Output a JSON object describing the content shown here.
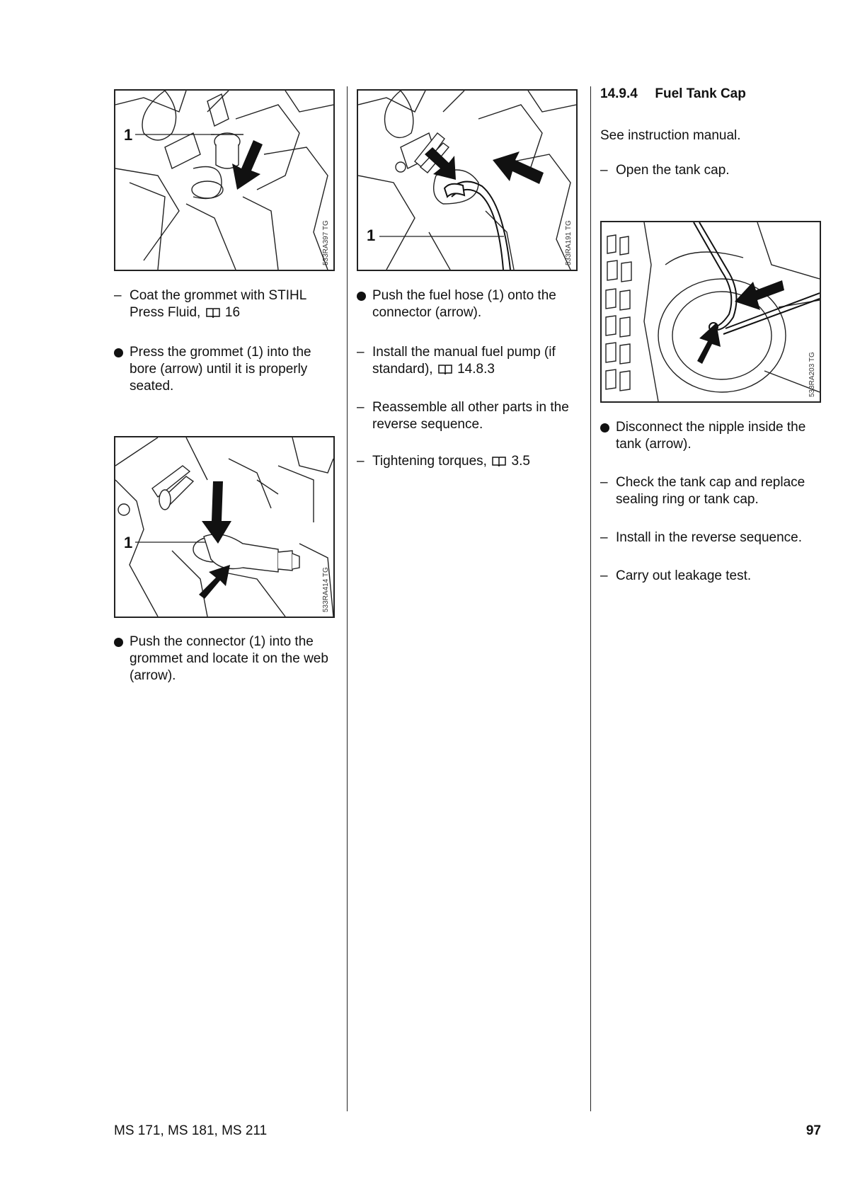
{
  "column1": {
    "figure_top": {
      "code": "533RA397 TG",
      "callout": "1"
    },
    "step1": {
      "marker": "–",
      "text": "Coat the grommet with STIHL Press Fluid,",
      "ref": "16"
    },
    "step2": {
      "marker": "bullet",
      "text": "Press the grommet (1) into the bore (arrow) until it is properly seated."
    },
    "figure_bottom": {
      "code": "533RA414 TG",
      "callout": "1"
    },
    "step3": {
      "marker": "bullet",
      "text": "Push the connector (1) into the grommet and locate it on the web (arrow)."
    }
  },
  "column2": {
    "figure": {
      "code": "533RA191 TG",
      "callout": "1"
    },
    "step1": {
      "marker": "bullet",
      "text": "Push the fuel hose (1) onto the connector (arrow)."
    },
    "step2": {
      "marker": "–",
      "text": "Install the manual fuel pump (if standard),",
      "ref": "14.8.3"
    },
    "step3": {
      "marker": "–",
      "text": "Reassemble all other parts in the reverse sequence."
    },
    "step4": {
      "marker": "–",
      "text": "Tightening torques,",
      "ref": "3.5"
    }
  },
  "column3": {
    "section_number": "14.9.4",
    "section_title": "Fuel Tank Cap",
    "intro": "See instruction manual.",
    "step1": {
      "marker": "–",
      "text": "Open the tank cap."
    },
    "figure": {
      "code": "533RA203 TG"
    },
    "step2": {
      "marker": "bullet",
      "text": "Disconnect the nipple inside the tank (arrow)."
    },
    "step3": {
      "marker": "–",
      "text": "Check the tank cap and replace sealing ring or tank cap."
    },
    "step4": {
      "marker": "–",
      "text": "Install in the reverse sequence."
    },
    "step5": {
      "marker": "–",
      "text": "Carry out leakage test."
    }
  },
  "footer": {
    "models": "MS 171, MS 181, MS 211",
    "page_number": "97"
  }
}
